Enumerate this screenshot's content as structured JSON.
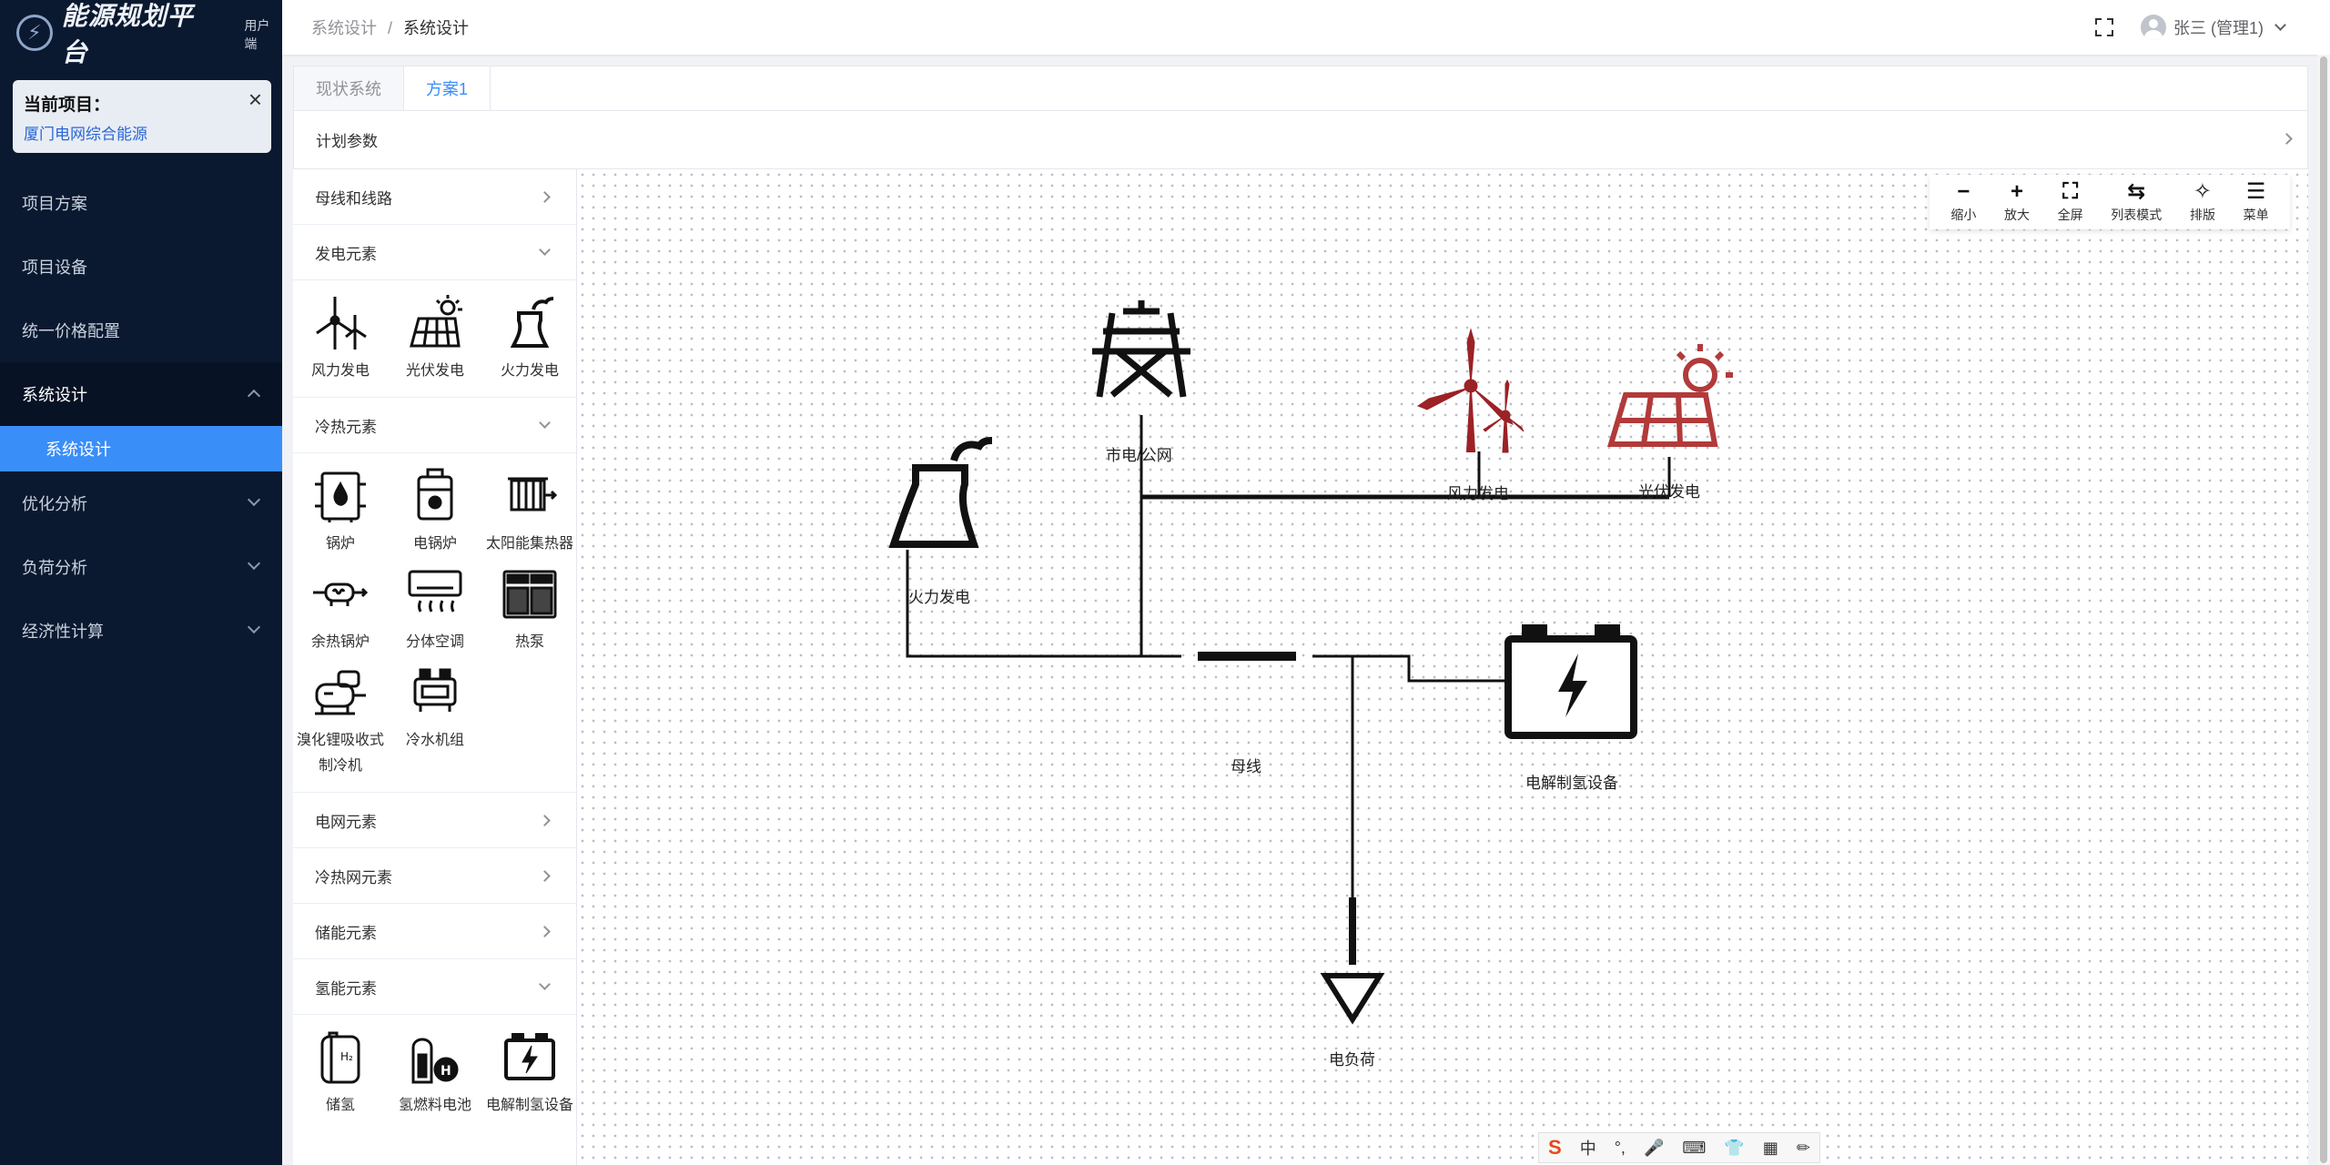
{
  "app": {
    "title": "能源规划平台",
    "subtitle": "用户端"
  },
  "project": {
    "title": "当前项目：",
    "name": "厦门电网综合能源"
  },
  "menu": {
    "items": [
      {
        "label": "项目方案"
      },
      {
        "label": "项目设备"
      },
      {
        "label": "统一价格配置"
      },
      {
        "label": "系统设计",
        "open": true
      },
      {
        "label": "优化分析"
      },
      {
        "label": "负荷分析"
      },
      {
        "label": "经济性计算"
      }
    ],
    "sub_active": "系统设计"
  },
  "header": {
    "breadcrumb": [
      "系统设计",
      "系统设计"
    ],
    "user": "张三 (管理1)"
  },
  "tabs": [
    {
      "label": "现状系统"
    },
    {
      "label": "方案1",
      "active": true
    }
  ],
  "plan_params": "计划参数",
  "library": {
    "bus_lines": "母线和线路",
    "gen": {
      "title": "发电元素",
      "items": [
        "风力发电",
        "光伏发电",
        "火力发电"
      ]
    },
    "heat": {
      "title": "冷热元素",
      "items": [
        "锅炉",
        "电锅炉",
        "太阳能集热器",
        "余热锅炉",
        "分体空调",
        "热泵",
        "溴化锂吸收式制冷机",
        "冷水机组"
      ]
    },
    "grid": "电网元素",
    "heatnet": "冷热网元素",
    "storage": "储能元素",
    "hydrogen": {
      "title": "氢能元素",
      "items": [
        "储氢",
        "氢燃料电池",
        "电解制氢设备"
      ]
    }
  },
  "toolbar": [
    {
      "label": "缩小",
      "glyph": "−"
    },
    {
      "label": "放大",
      "glyph": "+"
    },
    {
      "label": "全屏",
      "glyph": "⛶"
    },
    {
      "label": "列表模式",
      "glyph": "⇆"
    },
    {
      "label": "排版",
      "glyph": "✧"
    },
    {
      "label": "菜单",
      "glyph": "☰"
    }
  ],
  "diagram": {
    "nodes": {
      "grid": "市电/公网",
      "wind": "风力发电",
      "pv": "光伏发电",
      "thermal": "火力发电",
      "bus": "母线",
      "electrolyzer": "电解制氢设备",
      "load": "电负荷"
    },
    "colors": {
      "accent": "#9b2226",
      "line": "#111111"
    }
  },
  "ime": {
    "items": [
      "S",
      "中",
      "°,",
      "🎤",
      "⌨",
      "👕",
      "▦",
      "✏"
    ]
  }
}
